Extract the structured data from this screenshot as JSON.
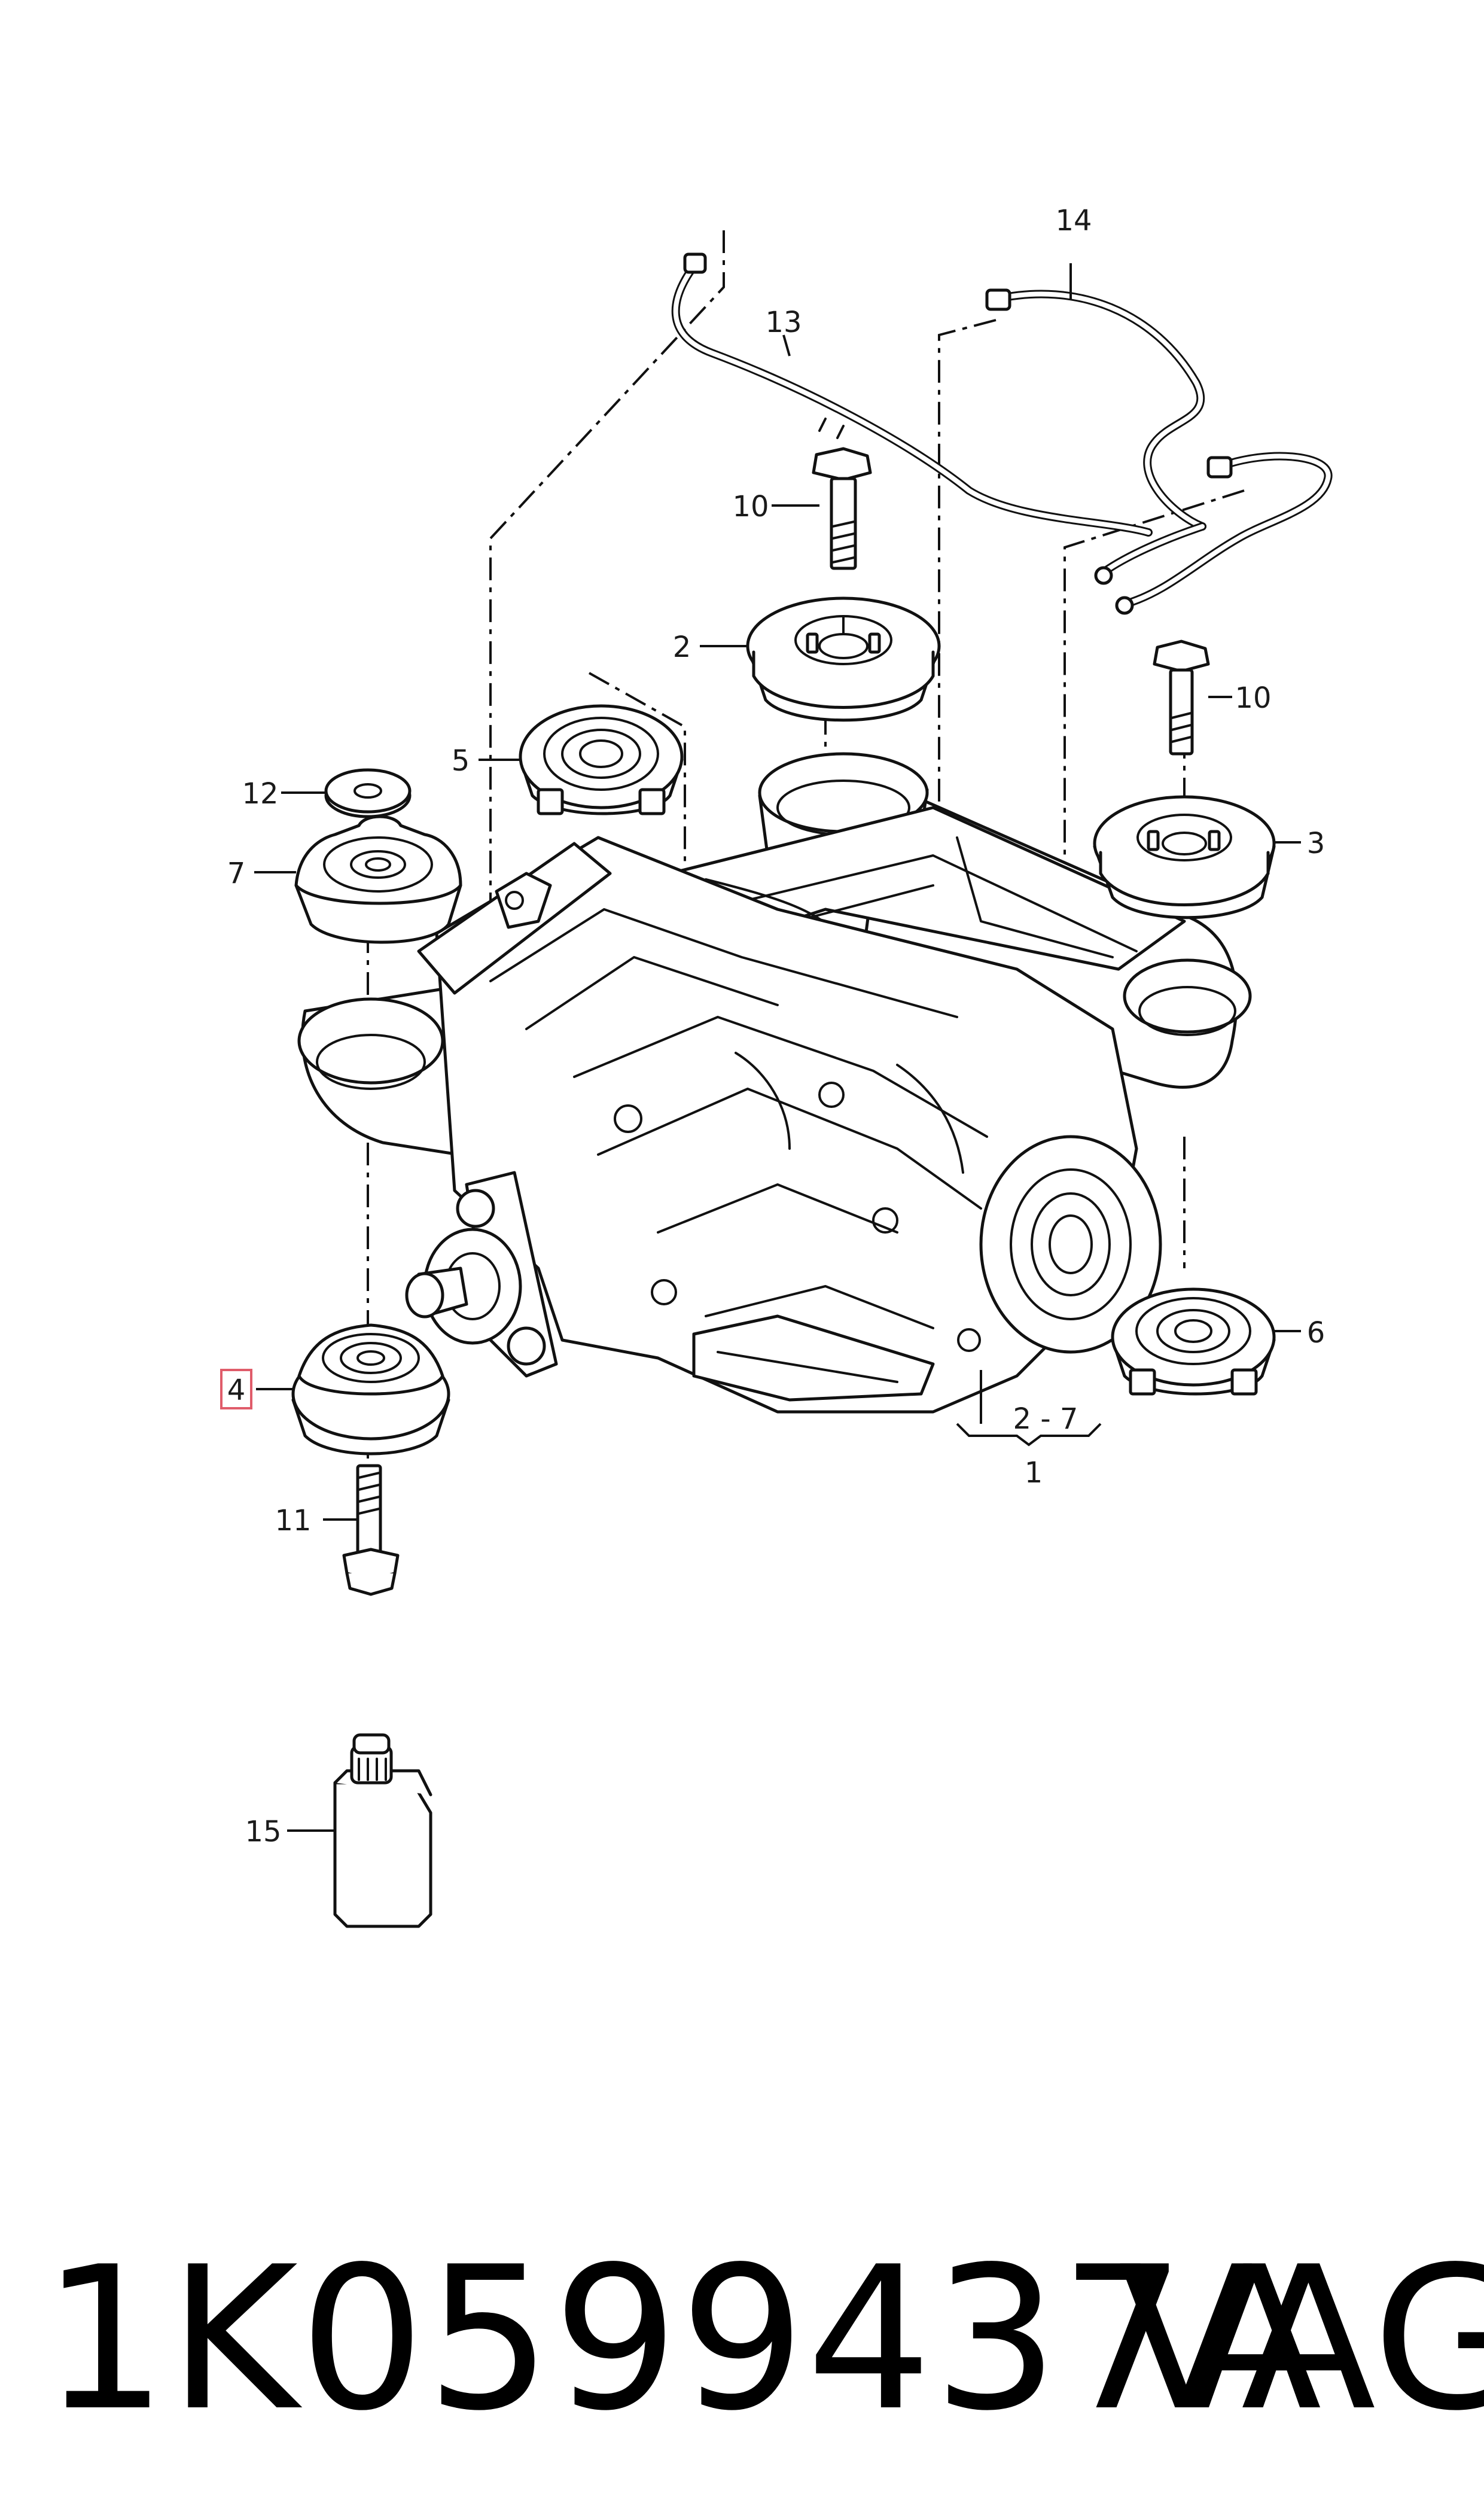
{
  "callouts": {
    "c1": "1",
    "c2": "2",
    "c3": "3",
    "c4": "4",
    "c5": "5",
    "c6": "6",
    "c7": "7",
    "c10a": "10",
    "c10b": "10",
    "c11": "11",
    "c12": "12",
    "c13": "13",
    "c14": "14",
    "c15": "15",
    "c2to7": "2 - 7"
  },
  "highlighted_callout": "4",
  "footer": {
    "part_number": "1K0599437A",
    "brand": "VAG"
  },
  "colors": {
    "line": "#111111",
    "highlight": "#e05c6a",
    "background": "#ffffff"
  }
}
